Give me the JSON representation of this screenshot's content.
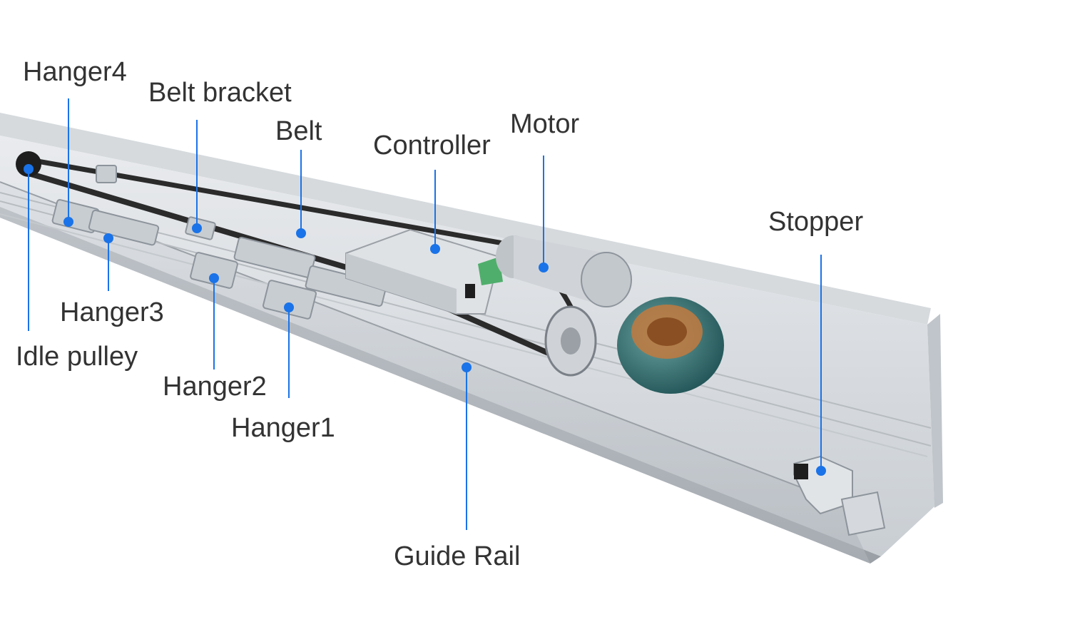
{
  "accent_color": "#1a73e8",
  "labels": {
    "hanger4": "Hanger4",
    "belt_bracket": "Belt bracket",
    "belt": "Belt",
    "controller": "Controller",
    "motor": "Motor",
    "stopper": "Stopper",
    "hanger3": "Hanger3",
    "idle_pulley": "Idle pulley",
    "hanger2": "Hanger2",
    "hanger1": "Hanger1",
    "guide_rail": "Guide Rail"
  }
}
